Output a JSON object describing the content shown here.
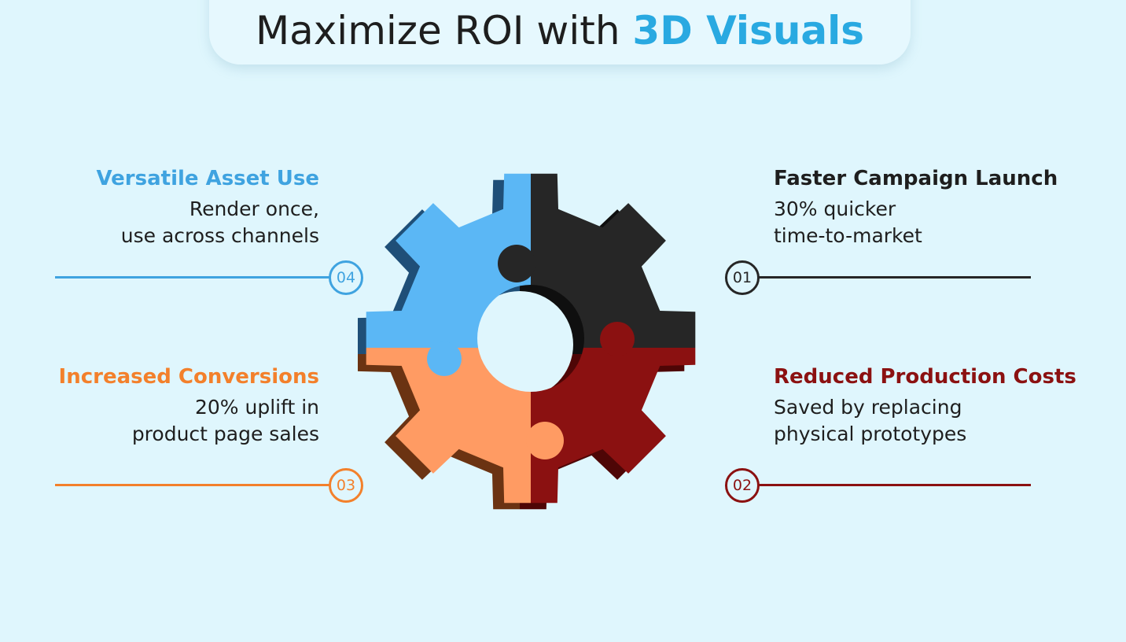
{
  "title": {
    "prefix": "Maximize ROI with ",
    "highlight": "3D Visuals"
  },
  "colors": {
    "background": "#dff6fd",
    "blue": "#3fa3e0",
    "black": "#262626",
    "orange": "#f3802b",
    "red": "#8b1111"
  },
  "gear_icon": "gear-icon",
  "items": [
    {
      "number": "01",
      "heading": "Faster Campaign Launch",
      "lines": [
        "30% quicker",
        "time-to-market"
      ]
    },
    {
      "number": "02",
      "heading": "Reduced Production Costs",
      "lines": [
        "Saved by replacing",
        "physical prototypes"
      ]
    },
    {
      "number": "03",
      "heading": "Increased Conversions",
      "lines": [
        "20% uplift in",
        "product page sales"
      ]
    },
    {
      "number": "04",
      "heading": "Versatile Asset Use",
      "lines": [
        "Render once,",
        "use across channels"
      ]
    }
  ]
}
